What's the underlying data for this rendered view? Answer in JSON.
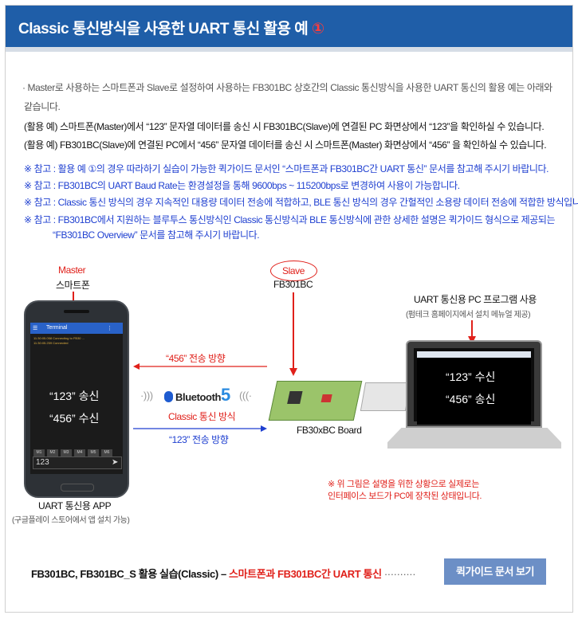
{
  "header": {
    "title": "Classic 통신방식을 사용한 UART 통신 활용 예",
    "circle": "①"
  },
  "intro": {
    "line1": "· Master로 사용하는 스마트폰과 Slave로 설정하여 사용하는 FB301BC 상호간의 Classic 통신방식을 사용한 UART 통신의 활용 예는 아래와",
    "line2": "같습니다."
  },
  "examples": [
    "(활용 예) 스마트폰(Master)에서 “123” 문자열 데이터를 송신 시 FB301BC(Slave)에 연결된 PC 화면상에서 “123”을 확인하실 수 있습니다.",
    "(활용 예) FB301BC(Slave)에 연결된 PC에서 “456” 문자열 데이터를 송신 시 스마트폰(Master) 화면상에서 “456” 을 확인하실 수 있습니다."
  ],
  "notes": [
    "※ 참고 : 활용 예 ①의 경우 따라하기 실습이 가능한 퀵가이드 문서인 “스마트폰과 FB301BC간 UART 통신” 문서를 참고해 주시기 바랍니다.",
    "※ 참고 : FB301BC의 UART Baud Rate는 환경설정을 통해 9600bps ~ 115200bps로 변경하여 사용이 가능합니다.",
    "※ 참고 : Classic 통신 방식의 경우 지속적인 대용량 데이터 전송에 적합하고, BLE 통신 방식의 경우 간헐적인 소용량 데이터 전송에 적합한 방식입니다.",
    "※ 참고 : FB301BC에서 지원하는 블루투스 통신방식인 Classic 통신방식과 BLE 통신방식에 관한 상세한 설명은 퀵가이드 형식으로 제공되는",
    "“FB301BC Overview” 문서를 참고해 주시기 바랍니다."
  ],
  "diagram": {
    "master_label": "Master",
    "phone_label": "스마트폰",
    "slave_label": "Slave",
    "fb_label": "FB301BC",
    "pc_label": "UART 통신용 PC 프로그램 사용",
    "pc_sub": "(펌테크 홈페이지에서 설치 메뉴얼 제공)",
    "phone_app_title": "Terminal",
    "phone_send": "“123” 송신",
    "phone_recv": "“456” 수신",
    "phone_keys": [
      "M1",
      "M2",
      "M3",
      "M4",
      "M5",
      "M6"
    ],
    "phone_input": "123",
    "pc_recv": "“123” 수신",
    "pc_send": "“456” 송신",
    "arrow_top": "“456” 전송 방향",
    "arrow_bottom": "“123” 전송 방향",
    "bluetooth": "Bluetooth",
    "bluetooth_ver": "5",
    "classic_label": "Classic 통신 방식",
    "board_label": "FB30xBC Board",
    "app_label": "UART 통신용 APP",
    "app_sub": "(구글플레이 스토어에서 앱 설치 가능)",
    "note_line1": "※ 위 그림은 설명을 위한 상황으로 실제로는",
    "note_line2": "인터페이스 보드가 PC에 장착된 상태입니다."
  },
  "footer": {
    "black_text": "FB301BC, FB301BC_S 활용 실습(Classic) –",
    "red_text": "스마트폰과 FB301BC간 UART 통신",
    "dots": "··········",
    "button": "퀵가이드 문서 보기"
  },
  "colors": {
    "header_bg": "#1f5ea8",
    "accent_red": "#e0201a",
    "note_blue": "#1e3fd0",
    "button_bg": "#6c8fc6"
  }
}
